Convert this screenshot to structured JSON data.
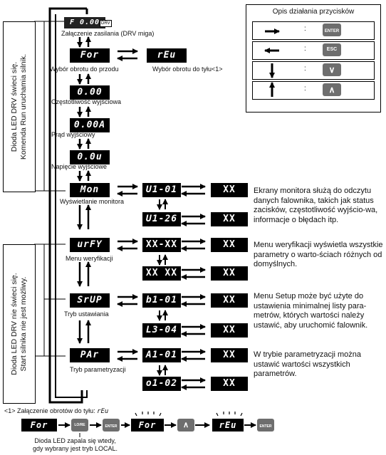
{
  "legend": {
    "title": "Opis działania przycisków",
    "rows": [
      {
        "arrow": "right-arrow-icon",
        "colon": ":",
        "key": "ENTER",
        "key_icon": "enter-icon"
      },
      {
        "arrow": "left-arrow-icon",
        "colon": ":",
        "key": "ESC",
        "key_icon": ""
      },
      {
        "arrow": "down-arrow-icon",
        "colon": ":",
        "key": "∨",
        "key_icon": "down-key-icon"
      },
      {
        "arrow": "up-arrow-icon",
        "colon": ":",
        "key": "∧",
        "key_icon": "up-key-icon"
      }
    ]
  },
  "side": {
    "top": "Dioda LED DRV świeci się.\nKomenda Run uruchamia silnik.",
    "bottom": "Dioda LED DRV nie świeci się.\nStart silnika nie jest możliwy."
  },
  "screens": {
    "power": {
      "display": "F 0.00",
      "badge": "DRV",
      "label": "Załączenie zasilania (DRV miga)"
    },
    "for": {
      "display": "For",
      "label": "Wybór obrotu do przodu"
    },
    "rev": {
      "display": "rEu",
      "label": "Wybór obrotu do tyłu<1>"
    },
    "freq": {
      "display": "0.00",
      "label": "Częstotliwość wyjściowa"
    },
    "current": {
      "display": "0.00A",
      "label": "Prąd wyjściowy"
    },
    "voltage": {
      "display": "0.0u",
      "label": "Napięcie wyjściowe"
    },
    "monitor": {
      "display": "Mon",
      "label": "Wyświetlanie monitora",
      "sub1": "U1-01",
      "sub2": "U1-26",
      "val1": "XX",
      "val2": "XX",
      "desc": "Ekrany monitora służą do odczytu danych falownika, takich jak status zacisków, częstotliwość wyjścio-wa, informacje o błędach itp."
    },
    "verify": {
      "display": "urFY",
      "label": "Menu weryfikacji",
      "sub1": "XX-XX",
      "sub2": "XX XX",
      "val1": "XX",
      "val2": "XX",
      "desc": "Menu weryfikacji wyświetla wszystkie parametry o warto-ściach różnych od domyślnych."
    },
    "setup": {
      "display": "SrUP",
      "label": "Tryb ustawiania",
      "sub1": "b1-01",
      "sub2": "L3-04",
      "val1": "XX",
      "val2": "XX",
      "desc": "Menu Setup może być użyte do ustawienia minimalnej listy para-metrów, których wartości należy ustawić, aby uruchomić falownik."
    },
    "param": {
      "display": "PAr",
      "label": "Tryb parametryzacji",
      "sub1": "A1-01",
      "sub2": "o1-02",
      "val1": "XX",
      "val2": "XX",
      "desc": "W trybie parametryzacji można ustawić wartości wszystkich parametrów."
    }
  },
  "footnote": {
    "title": "<1> Załączenie obrotów do tyłu:",
    "title_code": "rEu",
    "seq": [
      "For",
      "For",
      "rEu"
    ],
    "local_key": "LO/RE",
    "note": "Dioda LED zapala się wtedy,\ngdy wybrany jest tryb LOCAL.",
    "enter_key": "ENTER",
    "up_key": "∧"
  }
}
